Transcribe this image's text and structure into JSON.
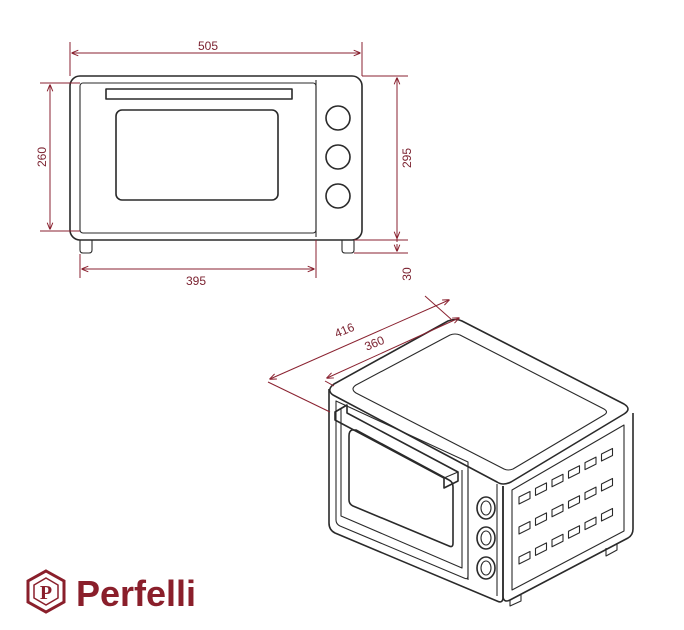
{
  "front_view": {
    "width_label": "505",
    "height_label": "260",
    "total_height_label": "295",
    "feet_height_label": "30",
    "feet_span_label": "395"
  },
  "iso_view": {
    "depth_label": "416",
    "inner_depth_label": "360"
  },
  "brand": {
    "name": "Perfelli",
    "logo_letter": "P",
    "color": "#8a1f2b"
  },
  "colors": {
    "dimension": "#8a2230",
    "outline": "#2a2a2a"
  }
}
